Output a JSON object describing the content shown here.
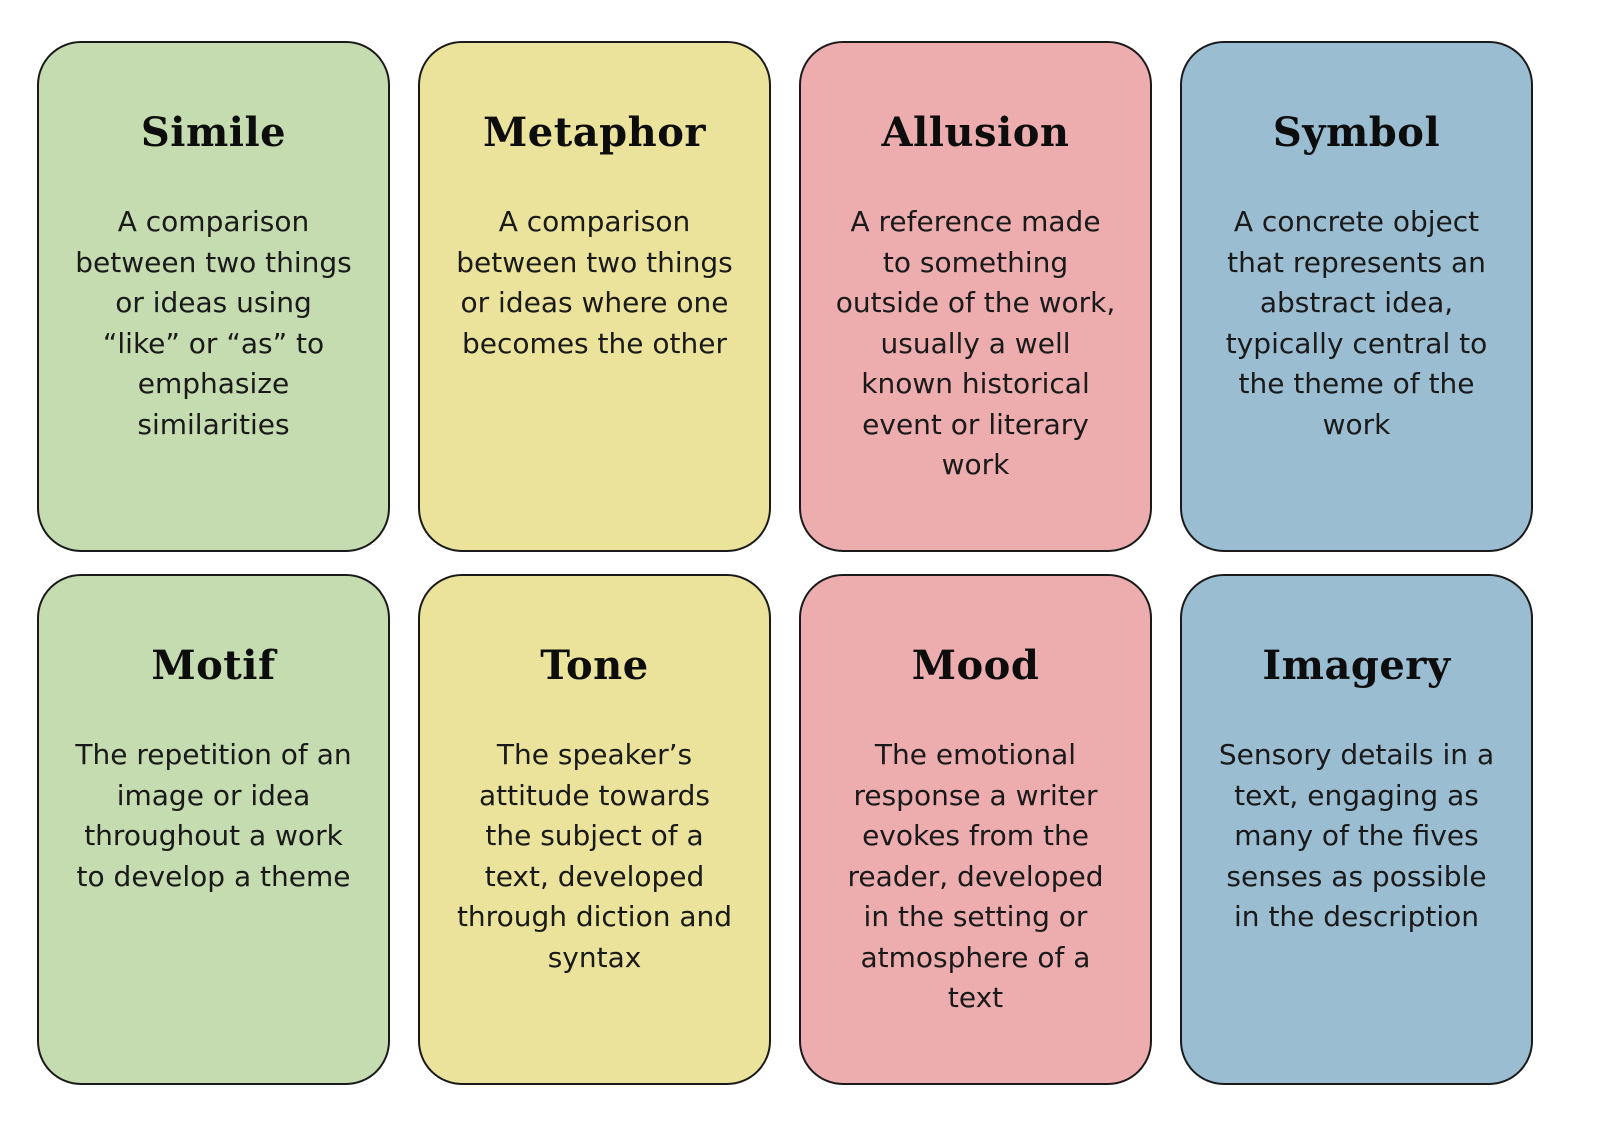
{
  "cards": [
    {
      "term": "Simile",
      "definition": "A comparison between two things or ideas using “like” or “as” to emphasize similarities",
      "color": "#c4dcb0"
    },
    {
      "term": "Metaphor",
      "definition": "A comparison between two things or ideas where one becomes the other",
      "color": "#ebe39b"
    },
    {
      "term": "Allusion",
      "definition": "A reference made to something outside of the work, usually a well known historical event or literary work",
      "color": "#edadaf"
    },
    {
      "term": "Symbol",
      "definition": "A concrete object that represents an abstract idea, typically central to the theme of the work",
      "color": "#9bbdd2"
    },
    {
      "term": "Motif",
      "definition": "The repetition of an image or idea throughout a work to develop a theme",
      "color": "#c4dcb0"
    },
    {
      "term": "Tone",
      "definition": "The speaker’s attitude towards the subject of a text, developed through diction and syntax",
      "color": "#ebe39b"
    },
    {
      "term": "Mood",
      "definition": "The emotional response a writer evokes from the reader, developed in the setting or atmosphere of a text",
      "color": "#edadaf"
    },
    {
      "term": "Imagery",
      "definition": "Sensory details in a text, engaging as many of the fives senses as possible in the description",
      "color": "#9bbdd2"
    }
  ]
}
